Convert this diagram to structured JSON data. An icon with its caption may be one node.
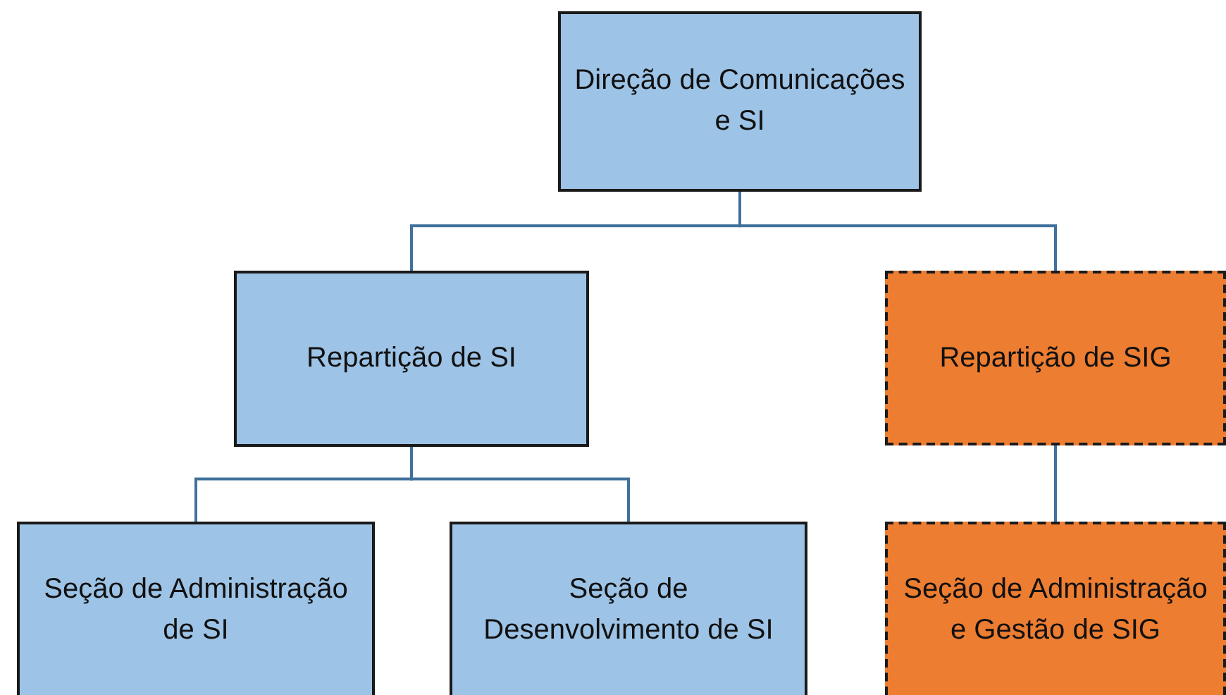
{
  "diagram": {
    "nodes": [
      {
        "text": [
          "Direção de Comunicações e SI"
        ]
      },
      {
        "text": [
          "Repartição de SI"
        ]
      },
      {
        "text": [
          "Repartição de SIG"
        ]
      },
      {
        "text": [
          "Seção de Administração de SI"
        ]
      },
      {
        "text": [
          "Seção de Desenvolvimento de SI"
        ]
      },
      {
        "text": [
          "Seção de Administração e Gestão de SIG"
        ]
      }
    ],
    "edges": [
      {
        "from": 0,
        "to": 1,
        "arrow": "none"
      },
      {
        "from": 0,
        "to": 2,
        "arrow": "none"
      },
      {
        "from": 1,
        "to": 3,
        "arrow": "none"
      },
      {
        "from": 1,
        "to": 4,
        "arrow": "none"
      },
      {
        "from": 2,
        "to": 5,
        "arrow": "none"
      }
    ]
  }
}
